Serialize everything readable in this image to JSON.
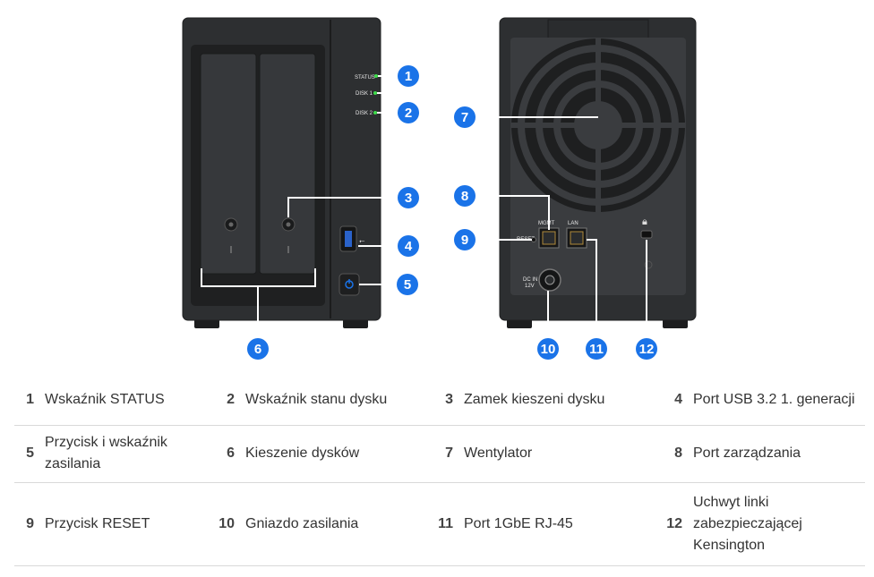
{
  "front_panel": {
    "status_label": "STATUS",
    "disk1_label": "DISK 1",
    "disk2_label": "DISK 2"
  },
  "rear_panel": {
    "mgmt_label": "MGMT",
    "lan_label": "LAN",
    "reset_label": "RESET",
    "dc_label_line1": "DC IN",
    "dc_label_line2": "12V"
  },
  "callouts": [
    "1",
    "2",
    "3",
    "4",
    "5",
    "6",
    "7",
    "8",
    "9",
    "10",
    "11",
    "12"
  ],
  "legend": {
    "rows": [
      [
        {
          "num": "1",
          "label": "Wskaźnik STATUS"
        },
        {
          "num": "2",
          "label": "Wskaźnik stanu dysku"
        },
        {
          "num": "3",
          "label": "Zamek kieszeni dysku"
        },
        {
          "num": "4",
          "label": "Port USB 3.2 1. generacji"
        }
      ],
      [
        {
          "num": "5",
          "label": "Przycisk i wskaźnik zasilania"
        },
        {
          "num": "6",
          "label": "Kieszenie dysków"
        },
        {
          "num": "7",
          "label": "Wentylator"
        },
        {
          "num": "8",
          "label": "Port zarządzania"
        }
      ],
      [
        {
          "num": "9",
          "label": "Przycisk RESET"
        },
        {
          "num": "10",
          "label": "Gniazdo zasilania"
        },
        {
          "num": "11",
          "label": "Port 1GbE RJ-45"
        },
        {
          "num": "12",
          "label": "Uchwyt linki zabezpieczającej Kensington"
        }
      ]
    ]
  },
  "colors": {
    "callout": "#1a73e8",
    "chassis": "#2d2f31",
    "led_green": "#3ddc4a",
    "power_blue": "#1a73e8"
  }
}
